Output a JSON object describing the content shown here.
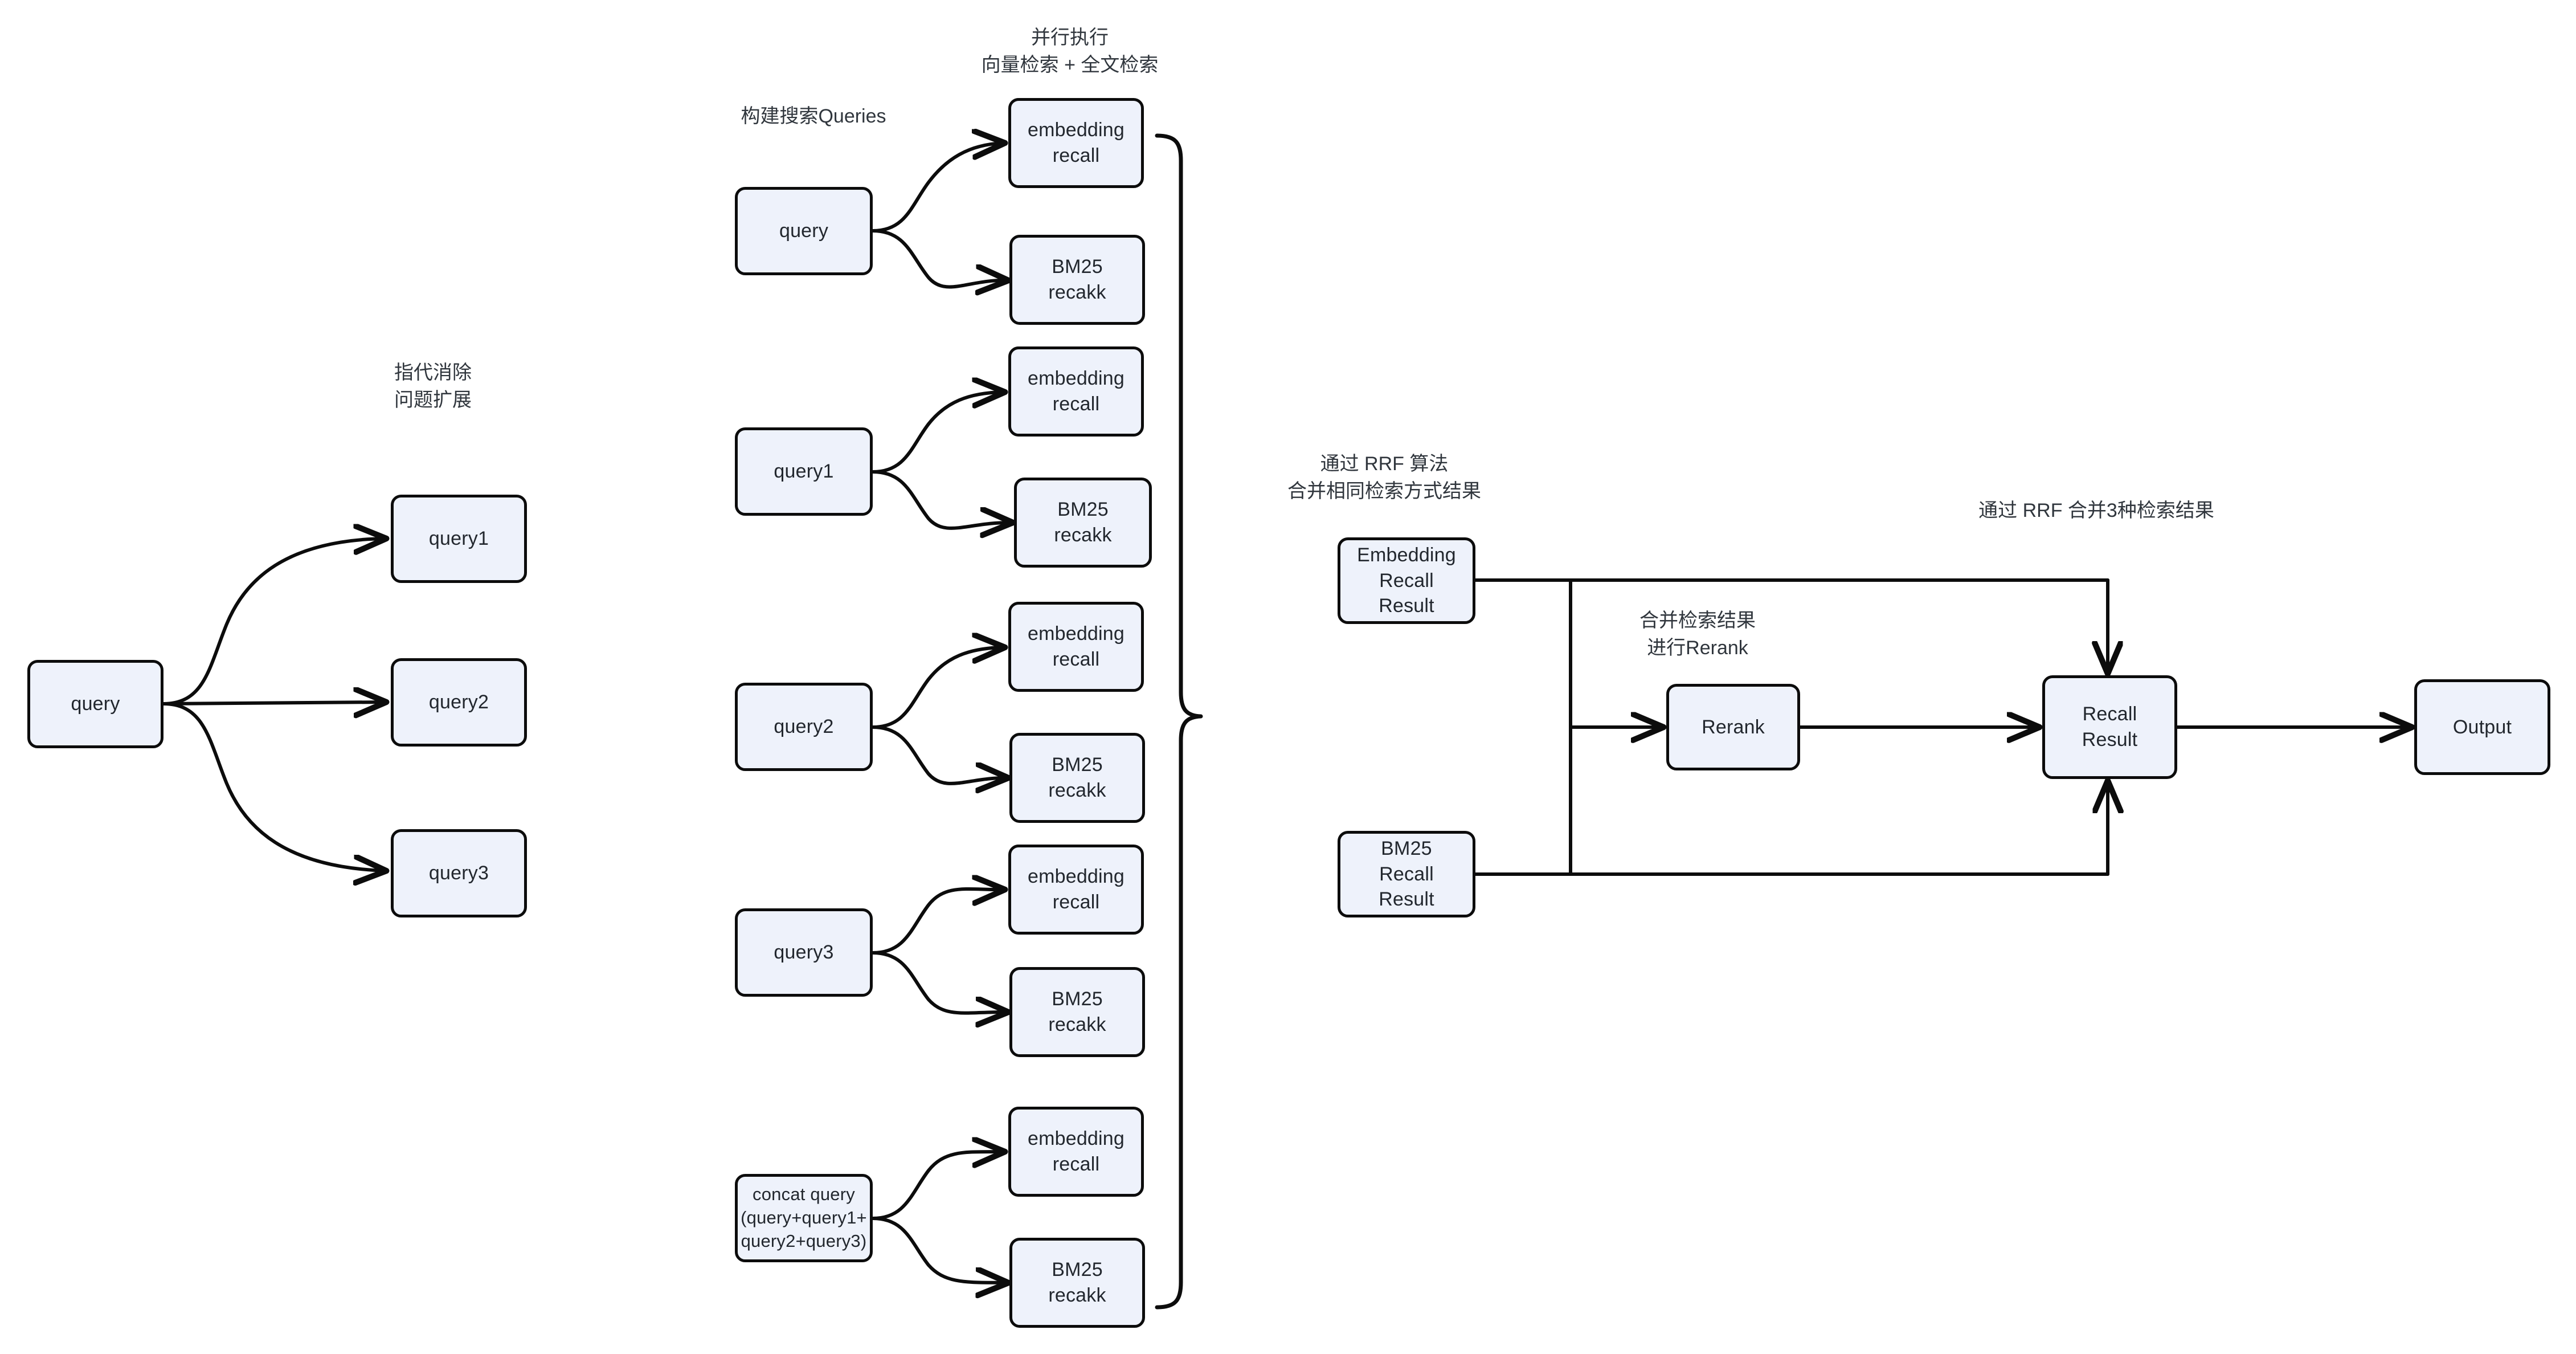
{
  "diagram": {
    "title_annotations": {
      "left_stage": "指代消除\n问题扩展",
      "build_queries": "构建搜索Queries",
      "parallel_exec": "并行执行\n向量检索 + 全文检索",
      "rrf_merge_same": "通过 RRF 算法\n合并相同检索方式结果",
      "merge_rerank": "合并检索结果\n进行Rerank",
      "rrf_merge_three": "通过 RRF 合并3种检索结果"
    },
    "colors": {
      "node_fill": "#eef2fb",
      "node_border": "#0c0c0c",
      "text": "#22272e",
      "note_text": "#30363d",
      "background": "#ffffff"
    },
    "nodes": {
      "source_query": "query",
      "expanded_query1": "query1",
      "expanded_query2": "query2",
      "expanded_query3": "query3",
      "search_query": "query",
      "search_query1": "query1",
      "search_query2": "query2",
      "search_query3": "query3",
      "concat_query": "concat query\n(query+query1+\nquery2+query3)",
      "embedding_recall": "embedding\nrecall",
      "bm25_recall": "BM25\nrecakk",
      "embedding_recall_result": "Embedding\nRecall\nResult",
      "bm25_recall_result": "BM25\nRecall\nResult",
      "rerank": "Rerank",
      "recall_result": "Recall\nResult",
      "output": "Output"
    },
    "retrieval_rows": [
      {
        "key": "row-query",
        "embedding": "embedding\nrecall",
        "bm25": "BM25\nrecakk"
      },
      {
        "key": "row-query1",
        "embedding": "embedding\nrecall",
        "bm25": "BM25\nrecakk"
      },
      {
        "key": "row-query2",
        "embedding": "embedding\nrecall",
        "bm25": "BM25\nrecakk"
      },
      {
        "key": "row-query3",
        "embedding": "embedding\nrecall",
        "bm25": "BM25\nrecakk"
      },
      {
        "key": "row-concat",
        "embedding": "embedding\nrecall",
        "bm25": "BM25\nrecakk"
      }
    ]
  }
}
